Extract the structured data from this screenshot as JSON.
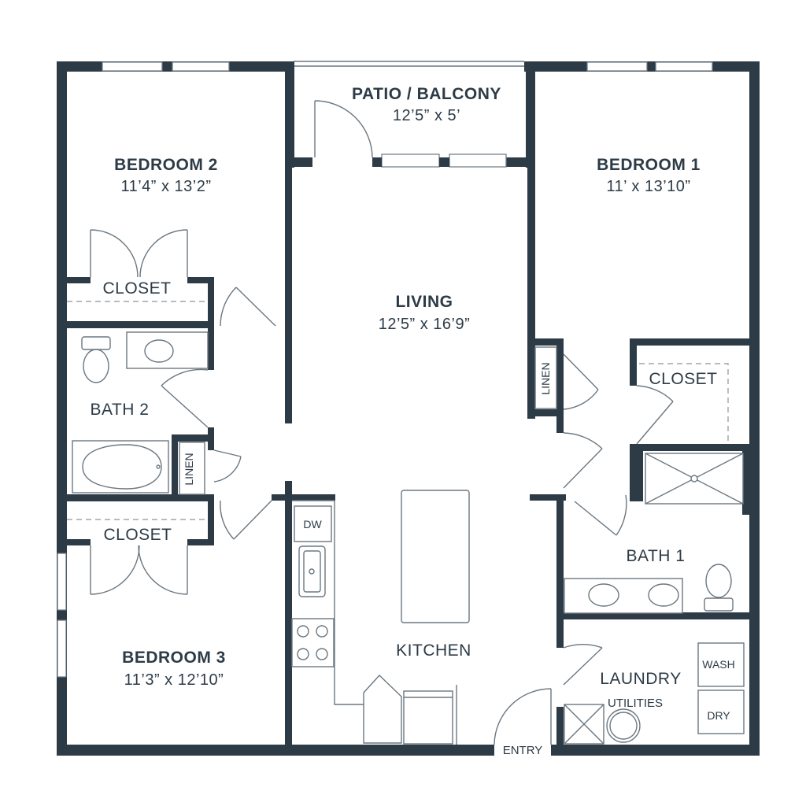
{
  "rooms": {
    "patio": {
      "name": "PATIO / BALCONY",
      "dims": "12’5” x 5’"
    },
    "bedroom2": {
      "name": "BEDROOM 2",
      "dims": "11’4” x 13’2”"
    },
    "bedroom1": {
      "name": "BEDROOM 1",
      "dims": "11’ x 13’10”"
    },
    "living": {
      "name": "LIVING",
      "dims": "12’5” x 16’9”"
    },
    "bedroom3": {
      "name": "BEDROOM 3",
      "dims": "11’3” x 12’10”"
    },
    "kitchen": {
      "name": "KITCHEN"
    },
    "bath1": {
      "name": "BATH 1"
    },
    "bath2": {
      "name": "BATH 2"
    },
    "laundry": {
      "name": "LAUNDRY"
    }
  },
  "labels": {
    "closet_bed2": "CLOSET",
    "closet_bed3": "CLOSET",
    "closet_bed1": "CLOSET",
    "linen_bath2": "LINEN",
    "linen_bed1": "LINEN",
    "dishwasher": "DW",
    "utilities": "UTILITIES",
    "wash": "WASH",
    "dry": "DRY",
    "entry": "ENTRY"
  }
}
